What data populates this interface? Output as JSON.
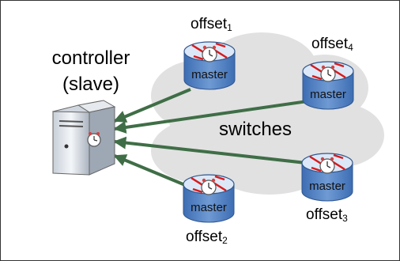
{
  "controller": {
    "line1": "controller",
    "line2": "(slave)"
  },
  "cloud_label": "switches",
  "switches": [
    {
      "role": "master",
      "offset_base": "offset",
      "offset_index": "1"
    },
    {
      "role": "master",
      "offset_base": "offset",
      "offset_index": "4"
    },
    {
      "role": "master",
      "offset_base": "offset",
      "offset_index": "3"
    },
    {
      "role": "master",
      "offset_base": "offset",
      "offset_index": "2"
    }
  ],
  "colors": {
    "switch_body": "#5a86c4",
    "switch_top": "#dce8f7",
    "arrow": "#3f6e46",
    "cloud": "#dcdcdc",
    "sync_arrows": "#d81a1a"
  },
  "icons": [
    "cloud-icon",
    "server-icon",
    "clock-icon",
    "router-switch-icon",
    "sync-arrows-icon"
  ]
}
